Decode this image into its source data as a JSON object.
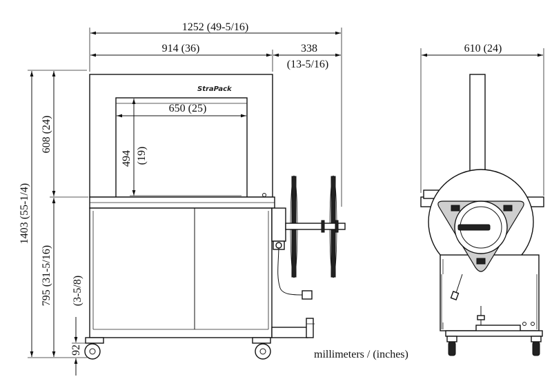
{
  "brand": {
    "logo_text": "StraPack"
  },
  "front_view": {
    "overall_width_label": "1252 (49-5/16)",
    "main_width_label": "914 (36)",
    "side_ext_label": "338",
    "side_ext_inch_label": "(13-5/16)",
    "arch_inner_width_label": "650 (25)",
    "arch_inner_height_mm_label": "494",
    "arch_inner_height_in_label": "(19)",
    "arch_height_label": "608 (24)",
    "total_height_label": "1403 (55-1/4)",
    "table_height_label": "795 (31-5/16)",
    "caster_inch_label": "(3-5/8)",
    "caster_mm_label": "92"
  },
  "side_view": {
    "width_label": "610 (24)"
  },
  "units_note": "millimeters / (inches)"
}
